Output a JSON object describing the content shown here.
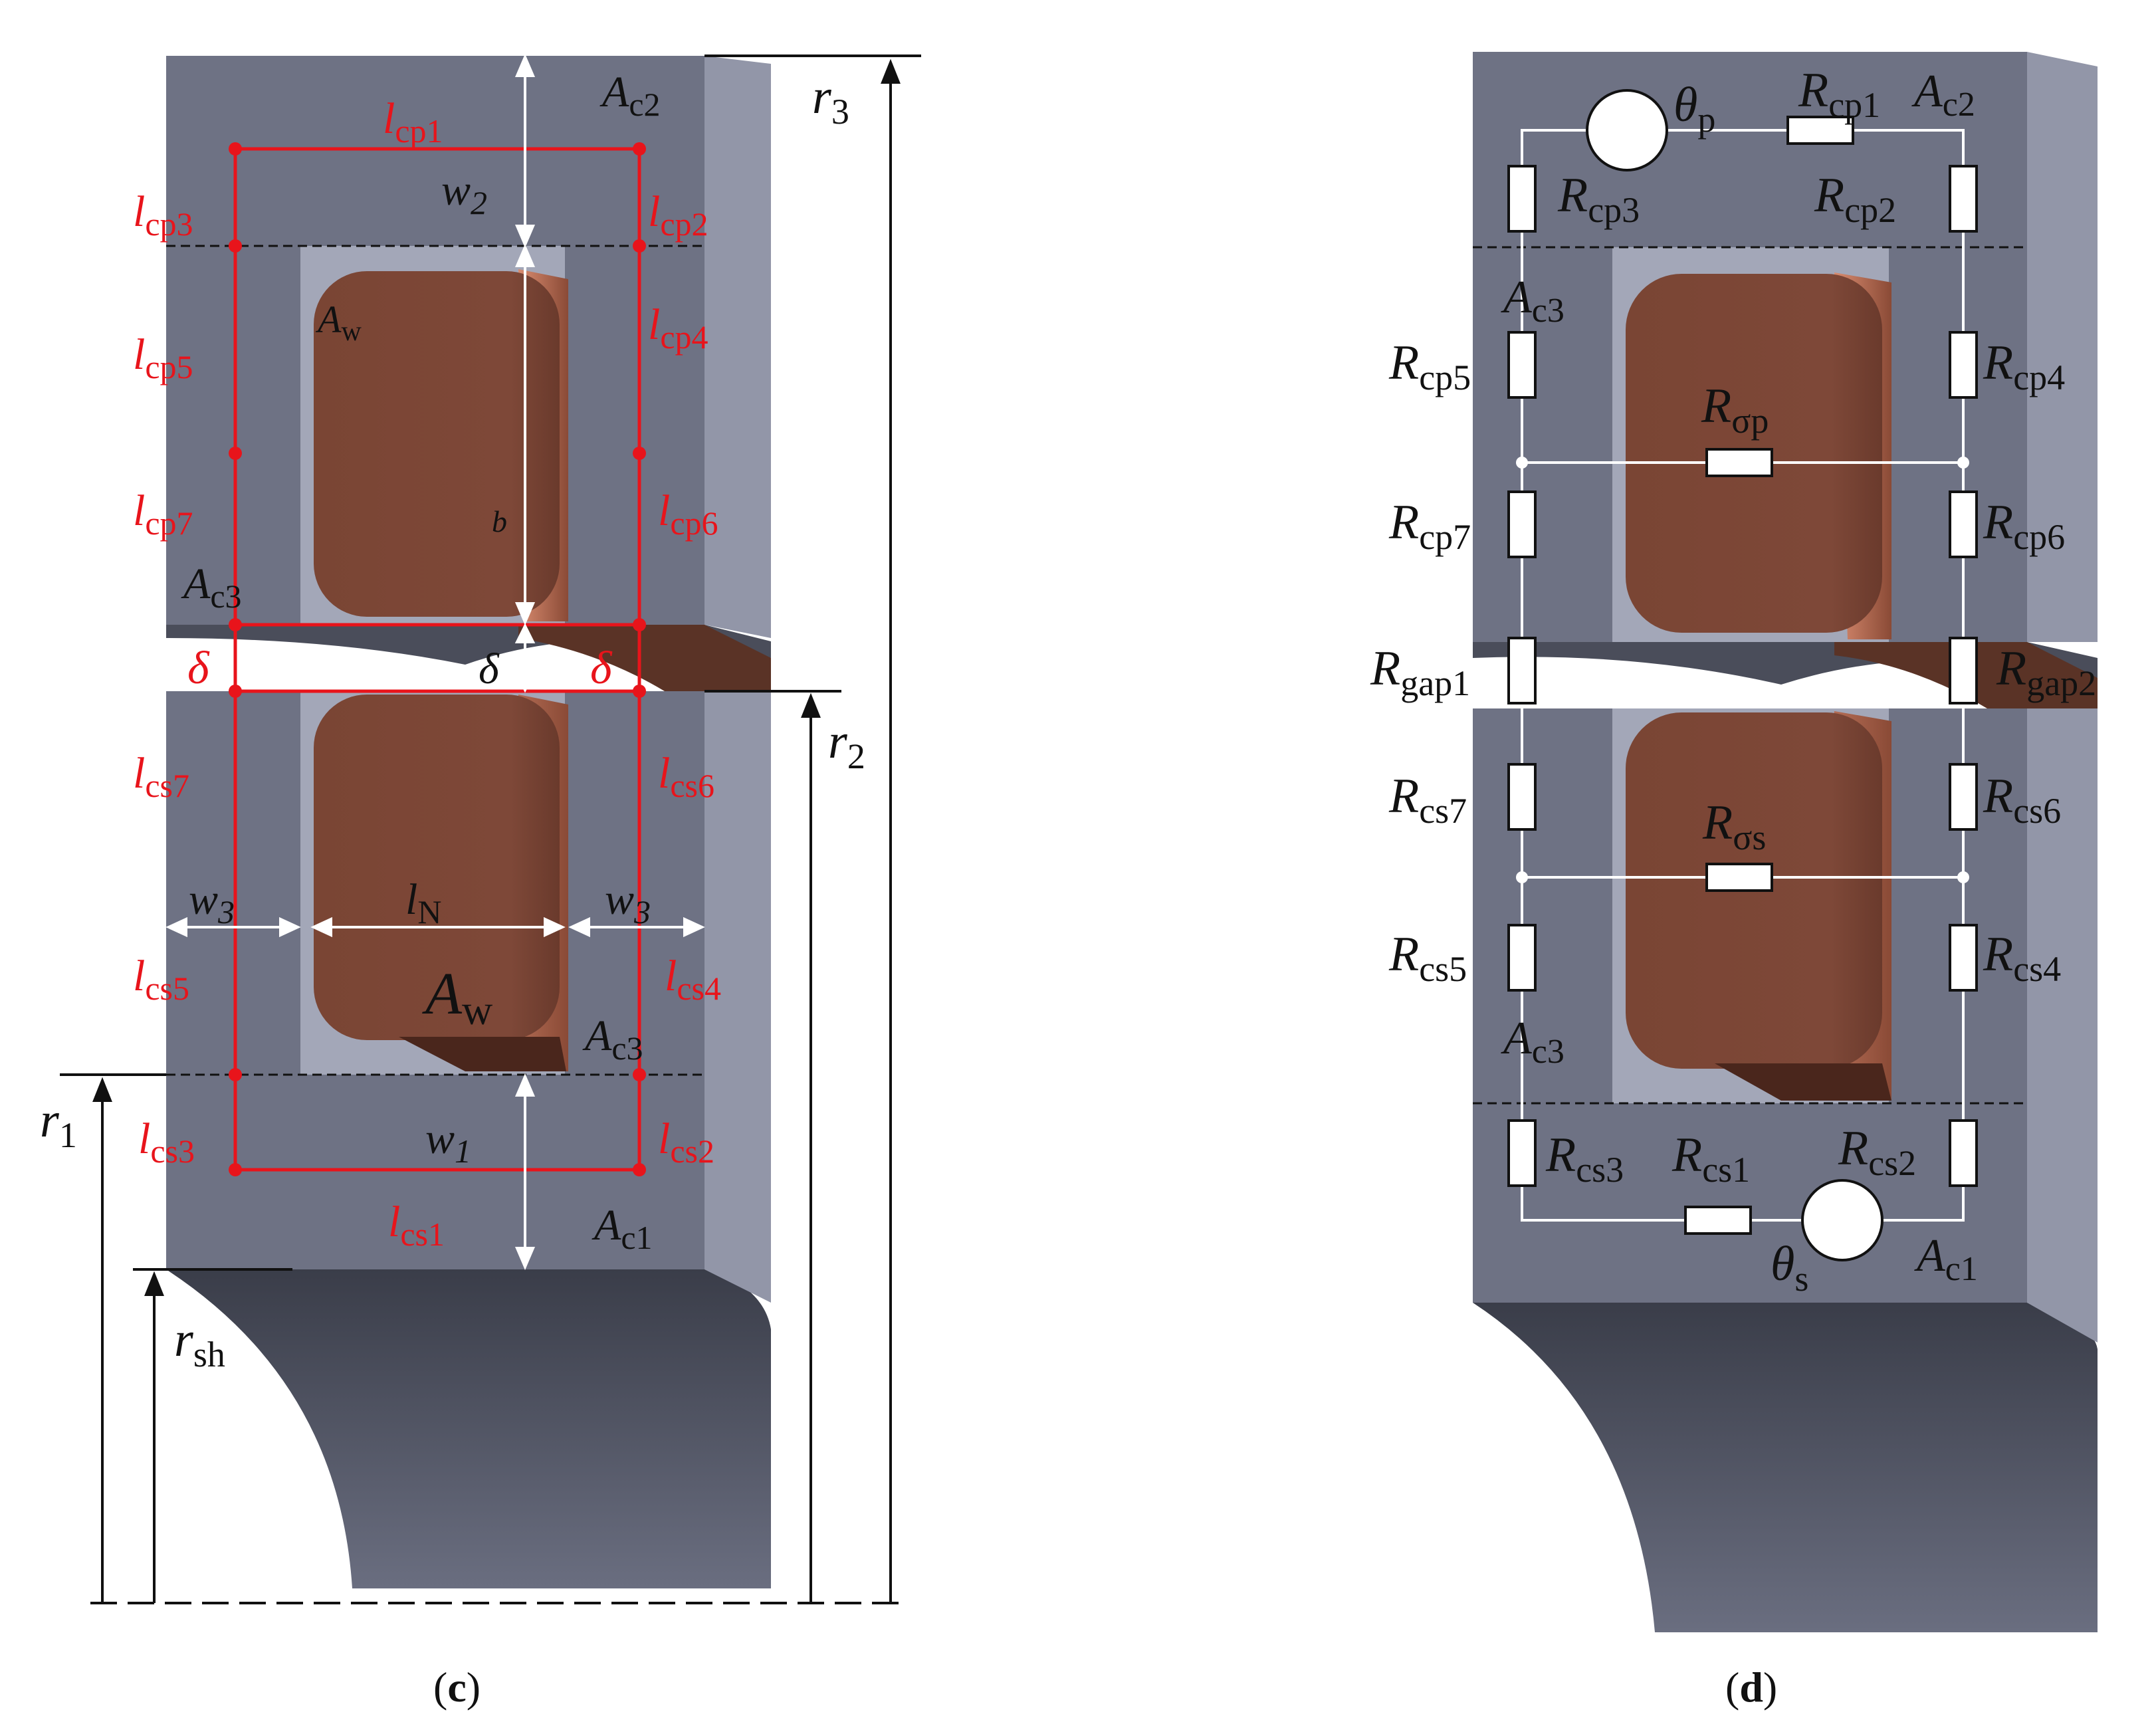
{
  "panel_c": {
    "caption_open": "(",
    "caption_letter": "c",
    "caption_close": ")",
    "red_labels": [
      {
        "main": "l",
        "sub": "cp1"
      },
      {
        "main": "l",
        "sub": "cp3"
      },
      {
        "main": "l",
        "sub": "cp2"
      },
      {
        "main": "l",
        "sub": "cp5"
      },
      {
        "main": "l",
        "sub": "cp4"
      },
      {
        "main": "l",
        "sub": "cp7"
      },
      {
        "main": "l",
        "sub": "cp6"
      },
      {
        "main": "δ",
        "sub": ""
      },
      {
        "main": "δ",
        "sub": ""
      },
      {
        "main": "l",
        "sub": "cs7"
      },
      {
        "main": "l",
        "sub": "cs6"
      },
      {
        "main": "l",
        "sub": "cs5"
      },
      {
        "main": "l",
        "sub": "cs4"
      },
      {
        "main": "l",
        "sub": "cs3"
      },
      {
        "main": "l",
        "sub": "cs2"
      },
      {
        "main": "l",
        "sub": "cs1"
      }
    ],
    "black_labels": [
      {
        "main": "A",
        "sub": "c2"
      },
      {
        "main": "w",
        "sub": "2"
      },
      {
        "main": "A",
        "sub": "w"
      },
      {
        "main": "b",
        "sub": ""
      },
      {
        "main": "A",
        "sub": "c3"
      },
      {
        "main": "δ",
        "sub": ""
      },
      {
        "main": "w",
        "sub": "3"
      },
      {
        "main": "l",
        "sub": "N"
      },
      {
        "main": "w",
        "sub": "3"
      },
      {
        "main": "A",
        "sub": "w"
      },
      {
        "main": "A",
        "sub": "c3"
      },
      {
        "main": "w",
        "sub": "1"
      },
      {
        "main": "A",
        "sub": "c1"
      }
    ],
    "radii": [
      {
        "main": "r",
        "sub": "3"
      },
      {
        "main": "r",
        "sub": "2"
      },
      {
        "main": "r",
        "sub": "1"
      },
      {
        "main": "r",
        "sub": "sh"
      }
    ]
  },
  "panel_d": {
    "caption_open": "(",
    "caption_letter": "d",
    "caption_close": ")",
    "sources": [
      {
        "main": "θ",
        "sub": "p"
      },
      {
        "main": "θ",
        "sub": "s"
      }
    ],
    "resistors": [
      {
        "main": "R",
        "sub": "cp1"
      },
      {
        "main": "R",
        "sub": "cp3"
      },
      {
        "main": "R",
        "sub": "cp2"
      },
      {
        "main": "R",
        "sub": "cp5"
      },
      {
        "main": "R",
        "sub": "cp4"
      },
      {
        "main": "R",
        "sub": "σp"
      },
      {
        "main": "R",
        "sub": "cp7"
      },
      {
        "main": "R",
        "sub": "cp6"
      },
      {
        "main": "R",
        "sub": "gap1"
      },
      {
        "main": "R",
        "sub": "gap2"
      },
      {
        "main": "R",
        "sub": "cs7"
      },
      {
        "main": "R",
        "sub": "cs6"
      },
      {
        "main": "R",
        "sub": "σs"
      },
      {
        "main": "R",
        "sub": "cs5"
      },
      {
        "main": "R",
        "sub": "cs4"
      },
      {
        "main": "R",
        "sub": "cs3"
      },
      {
        "main": "R",
        "sub": "cs1"
      },
      {
        "main": "R",
        "sub": "cs2"
      }
    ],
    "areas": [
      {
        "main": "A",
        "sub": "c2"
      },
      {
        "main": "A",
        "sub": "c3"
      },
      {
        "main": "A",
        "sub": "c3"
      },
      {
        "main": "A",
        "sub": "c1"
      }
    ]
  },
  "colors": {
    "core_face": "#6e7284",
    "core_side": "#9296a8",
    "core_light": "#a3a7b8",
    "winding": "#7a4534",
    "winding_edge": "#c97b5e",
    "shaft": "#4a4d5a",
    "red": "#e8141b"
  }
}
